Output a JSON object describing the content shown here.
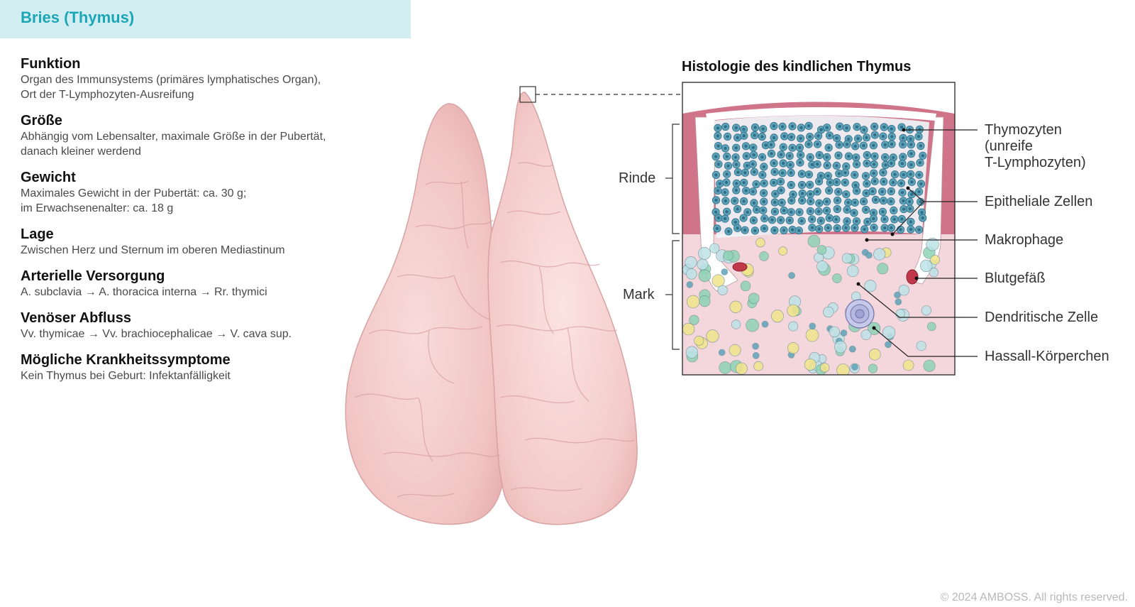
{
  "header": {
    "title": "Bries (Thymus)"
  },
  "facts": [
    {
      "heading": "Funktion",
      "lines": [
        "Organ des Immunsystems (primäres lymphatisches Organ),",
        "Ort der T-Lymphozyten-Ausreifung"
      ]
    },
    {
      "heading": "Größe",
      "lines": [
        "Abhängig vom Lebensalter, maximale Größe in der Pubertät,",
        "danach kleiner werdend"
      ]
    },
    {
      "heading": "Gewicht",
      "lines": [
        "Maximales Gewicht in der Pubertät: ca. 30 g;",
        "im Erwachsenenalter: ca. 18 g"
      ]
    },
    {
      "heading": "Lage",
      "lines": [
        "Zwischen Herz und Sternum im oberen Mediastinum"
      ]
    },
    {
      "heading": "Arterielle Versorgung",
      "lines": [
        "A. subclavia →  A. thoracica interna → Rr. thymici"
      ]
    },
    {
      "heading": "Venöser Abfluss",
      "lines": [
        "Vv. thymicae  →  Vv. brachiocephalicae → V. cava sup."
      ]
    },
    {
      "heading": "Mögliche Krankheitssymptome",
      "lines": [
        "Kein Thymus bei Geburt: Infektanfälligkeit"
      ]
    }
  ],
  "histology": {
    "title": "Histologie des kindlichen Thymus",
    "regions": {
      "cortex": "Rinde",
      "medulla": "Mark"
    },
    "labels": {
      "thymocytes": [
        "Thymozyten",
        "(unreife",
        "T-Lymphozyten)"
      ],
      "epithelial": "Epitheliale Zellen",
      "macrophage": "Makrophage",
      "vessel": "Blutgefäß",
      "dendritic": "Dendritische Zelle",
      "hassall": "Hassall-Körperchen"
    }
  },
  "colors": {
    "header_bg": "#d3eef2",
    "header_text": "#1aa6b5",
    "organ": "#f2c9c8",
    "cortex_stroma": "#c9627a",
    "thymocyte": "#5fa3bb"
  },
  "copyright": "© 2024 AMBOSS. All rights reserved."
}
